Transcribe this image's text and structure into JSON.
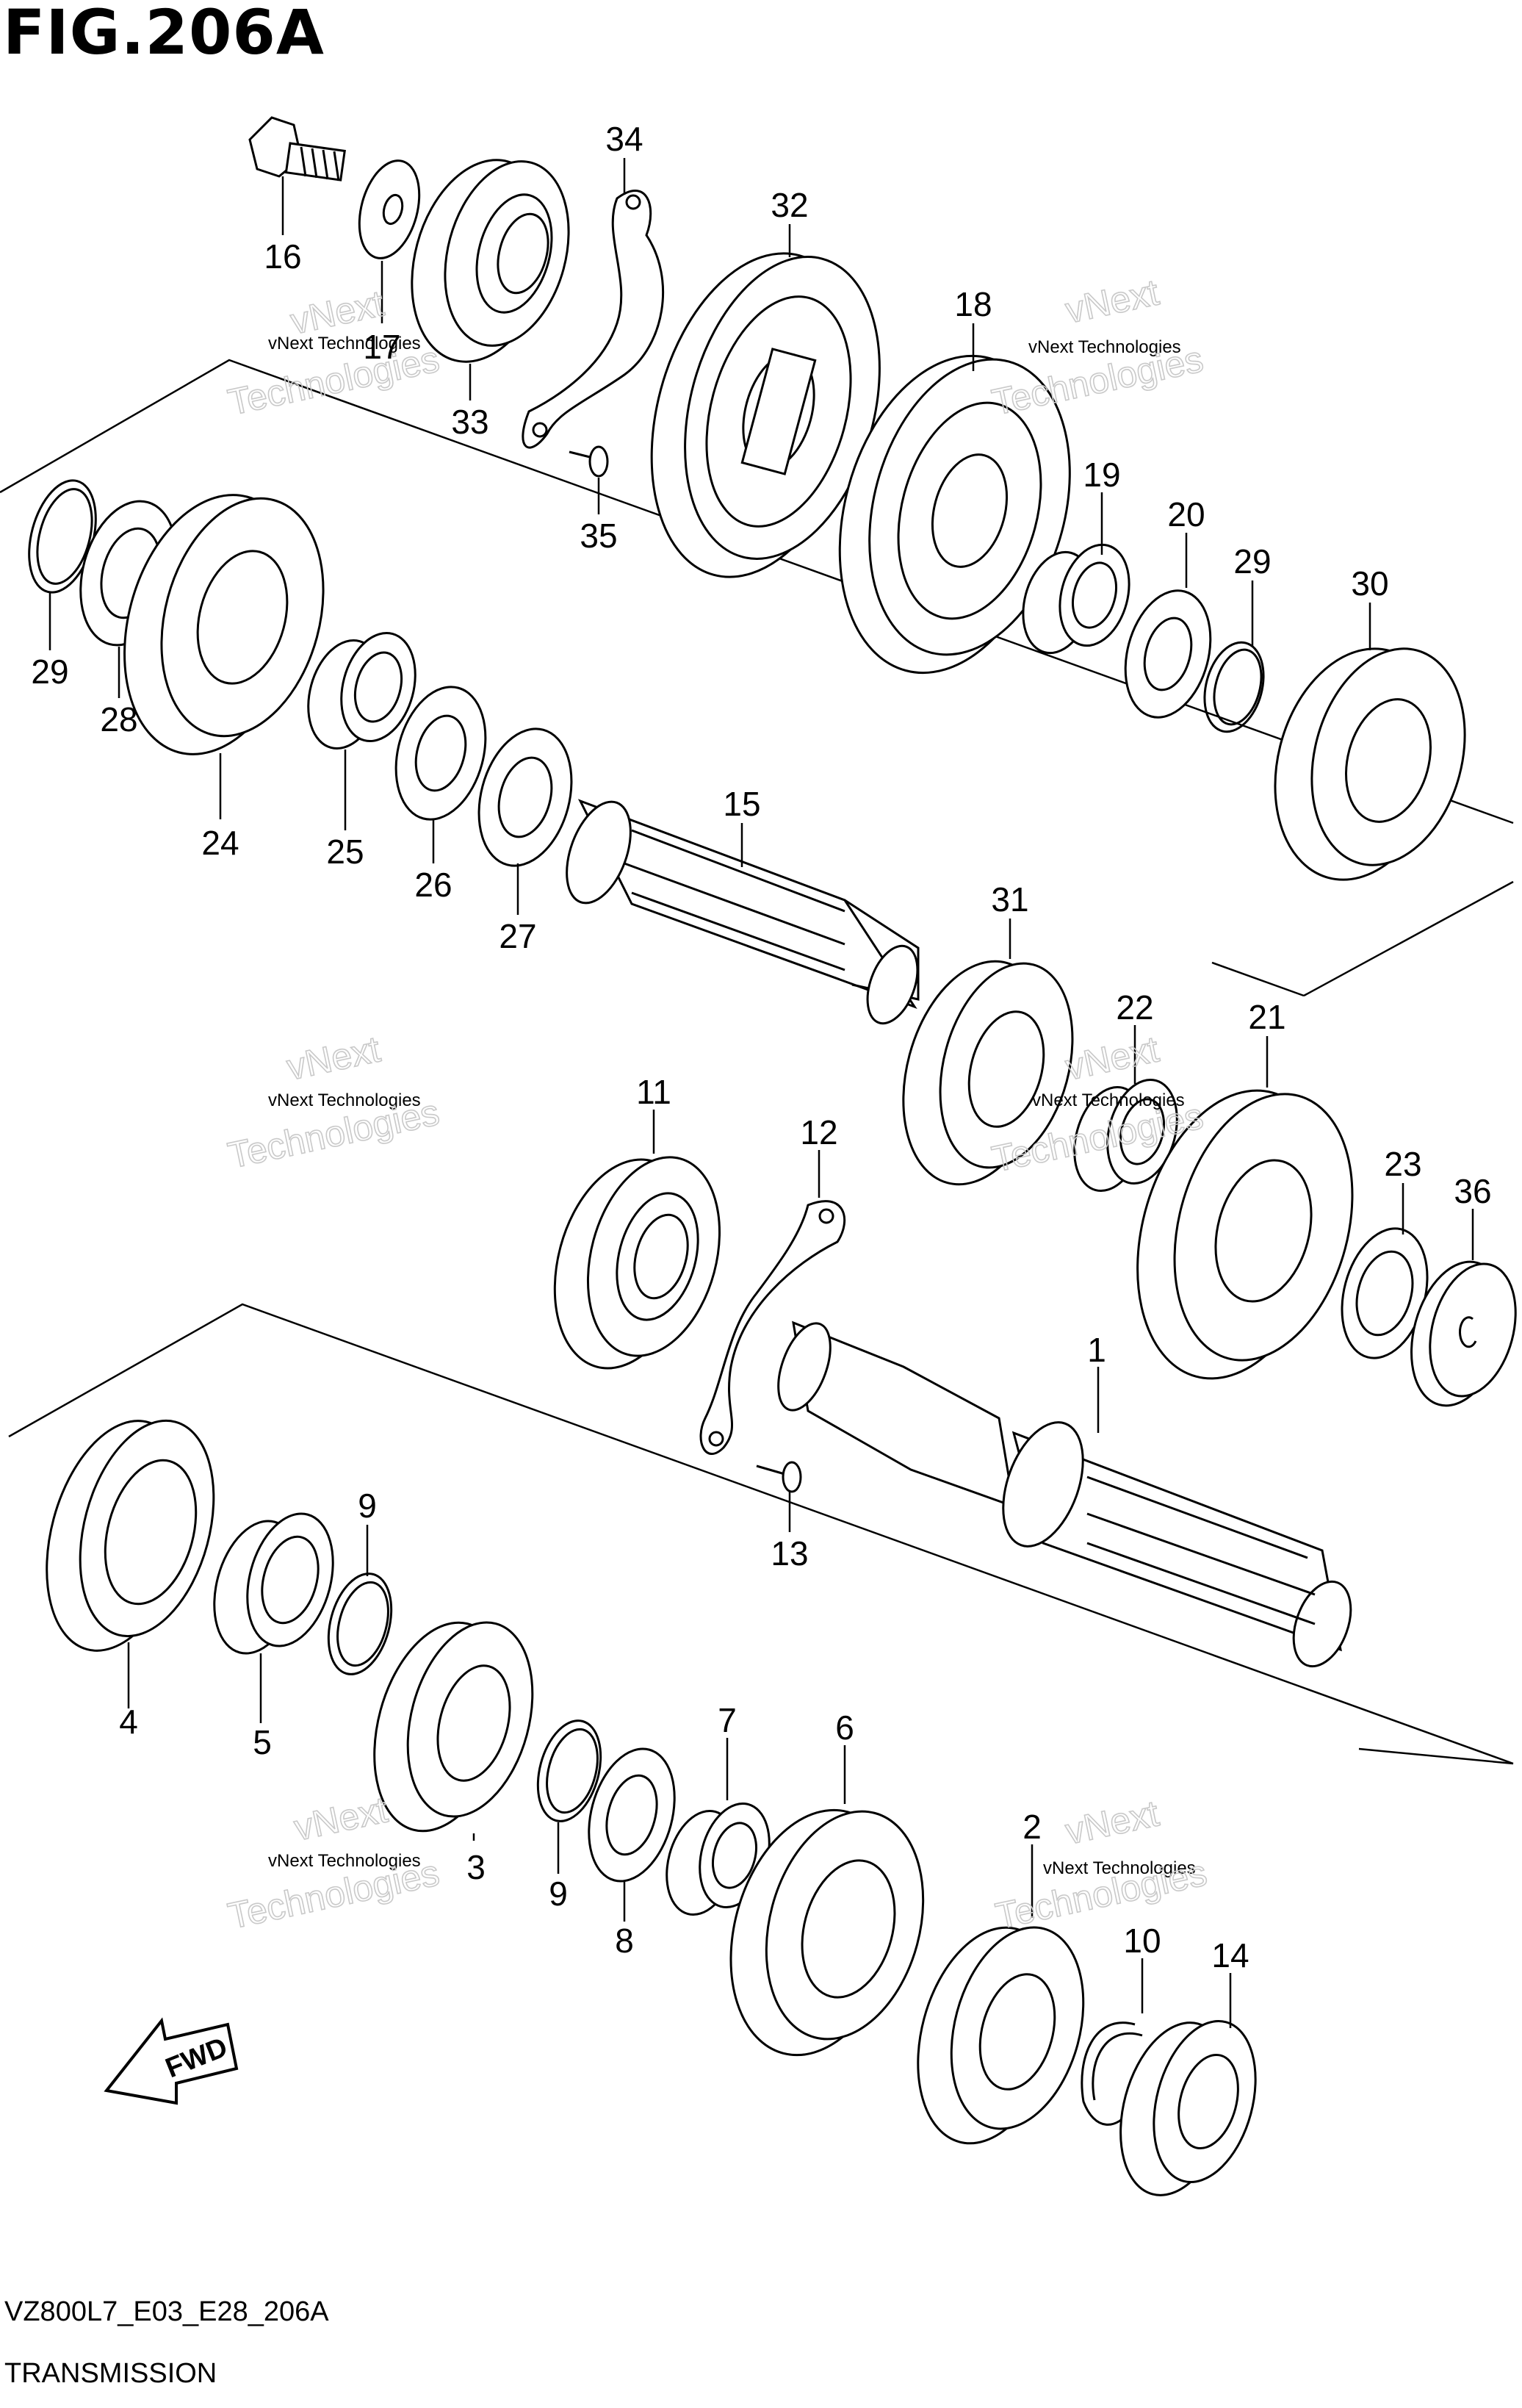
{
  "figure": {
    "title": "FIG.206A",
    "code": "VZ800L7_E03_E28_206A",
    "name": "TRANSMISSION"
  },
  "watermark": {
    "text": "vNext Technologies",
    "big_line1": "vNext",
    "big_line2": "Technologies"
  },
  "direction_label": "FWD",
  "callouts": {
    "c1": "1",
    "c2": "2",
    "c3": "3",
    "c4": "4",
    "c5": "5",
    "c6": "6",
    "c7": "7",
    "c8": "8",
    "c9a": "9",
    "c9b": "9",
    "c10": "10",
    "c11": "11",
    "c12": "12",
    "c13": "13",
    "c14": "14",
    "c15": "15",
    "c16": "16",
    "c17": "17",
    "c18": "18",
    "c19": "19",
    "c20": "20",
    "c21": "21",
    "c22": "22",
    "c23": "23",
    "c24": "24",
    "c25": "25",
    "c26": "26",
    "c27": "27",
    "c28": "28",
    "c29a": "29",
    "c29b": "29",
    "c30": "30",
    "c31": "31",
    "c32": "32",
    "c33": "33",
    "c34": "34",
    "c35": "35",
    "c36": "36"
  },
  "colors": {
    "line": "#000000",
    "background": "#ffffff",
    "watermark_outline": "#c9c9c9"
  }
}
